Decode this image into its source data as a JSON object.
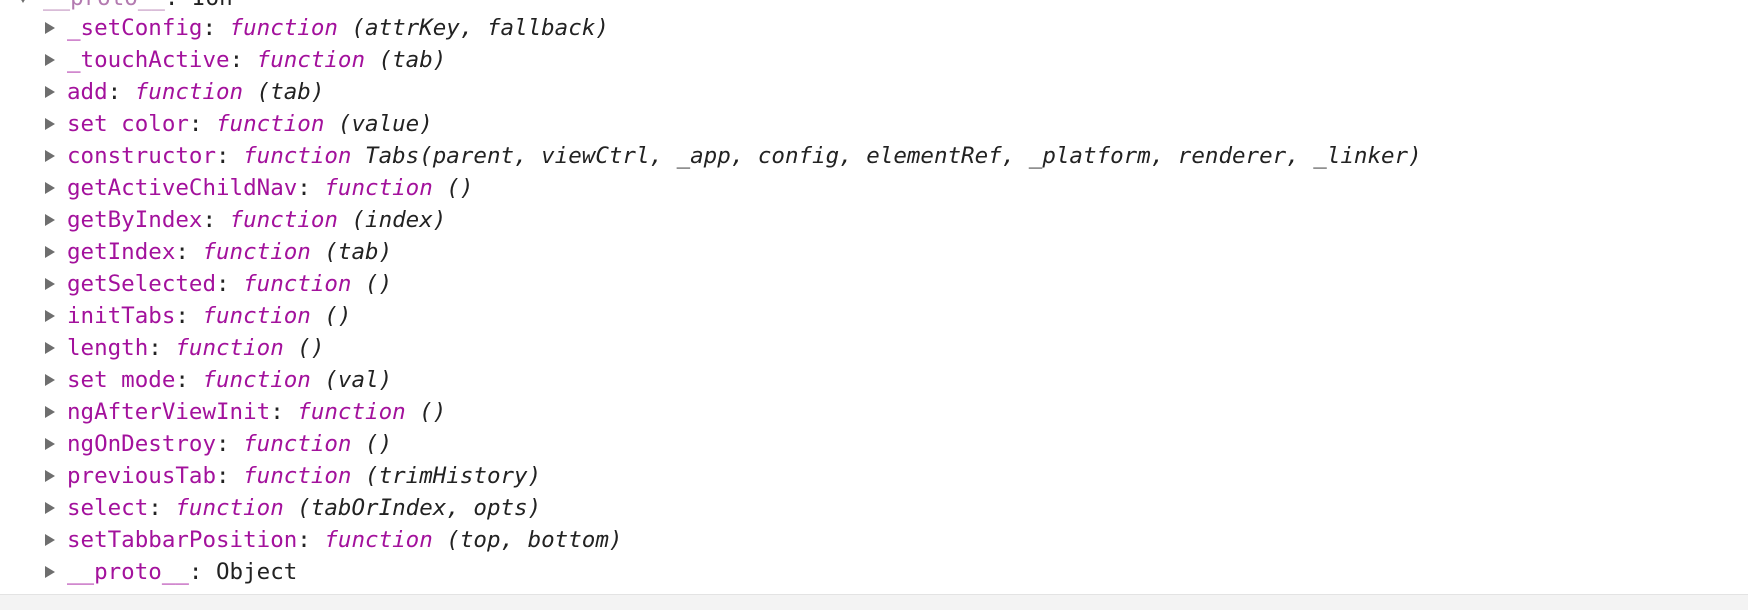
{
  "header": {
    "key": "__proto__",
    "value": "Ion"
  },
  "properties": [
    {
      "key": "_setConfig",
      "fn_keyword": "function",
      "signature": "(attrKey, fallback)"
    },
    {
      "key": "_touchActive",
      "fn_keyword": "function",
      "signature": "(tab)"
    },
    {
      "key": "add",
      "fn_keyword": "function",
      "signature": "(tab)"
    },
    {
      "key": "set color",
      "fn_keyword": "function",
      "signature": "(value)"
    },
    {
      "key": "constructor",
      "fn_keyword": "function",
      "signature": "Tabs(parent, viewCtrl, _app, config, elementRef, _platform, renderer, _linker)"
    },
    {
      "key": "getActiveChildNav",
      "fn_keyword": "function",
      "signature": "()"
    },
    {
      "key": "getByIndex",
      "fn_keyword": "function",
      "signature": "(index)"
    },
    {
      "key": "getIndex",
      "fn_keyword": "function",
      "signature": "(tab)"
    },
    {
      "key": "getSelected",
      "fn_keyword": "function",
      "signature": "()"
    },
    {
      "key": "initTabs",
      "fn_keyword": "function",
      "signature": "()"
    },
    {
      "key": "length",
      "fn_keyword": "function",
      "signature": "()"
    },
    {
      "key": "set mode",
      "fn_keyword": "function",
      "signature": "(val)"
    },
    {
      "key": "ngAfterViewInit",
      "fn_keyword": "function",
      "signature": "()"
    },
    {
      "key": "ngOnDestroy",
      "fn_keyword": "function",
      "signature": "()"
    },
    {
      "key": "previousTab",
      "fn_keyword": "function",
      "signature": "(trimHistory)"
    },
    {
      "key": "select",
      "fn_keyword": "function",
      "signature": "(tabOrIndex, opts)"
    },
    {
      "key": "setTabbarPosition",
      "fn_keyword": "function",
      "signature": "(top, bottom)"
    }
  ],
  "footer": {
    "key": "__proto__",
    "value": "Object"
  }
}
